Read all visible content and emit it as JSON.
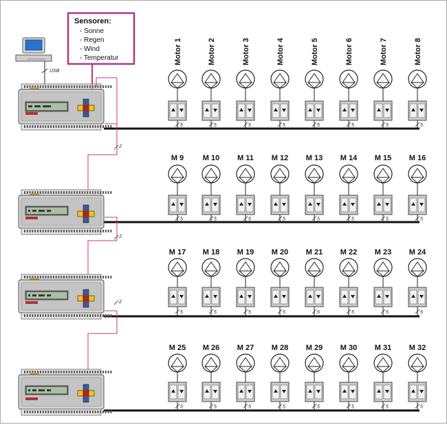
{
  "usb_label": "USB",
  "bus_wire_label": "2",
  "motor_wire_label": "5",
  "sensors": {
    "title": "Sensoren:",
    "items": [
      "- Sonne",
      "- Regen",
      "- Wind",
      "- Temperatur"
    ]
  },
  "rows": [
    {
      "vertical": true,
      "motors": [
        "Motor 1",
        "Motor 2",
        "Motor 3",
        "Motor 4",
        "Motor 5",
        "Motor 6",
        "Motor 7",
        "Motor 8"
      ]
    },
    {
      "vertical": false,
      "motors": [
        "M 9",
        "M 10",
        "M 11",
        "M 12",
        "M 13",
        "M 14",
        "M 15",
        "M 16"
      ]
    },
    {
      "vertical": false,
      "motors": [
        "M 17",
        "M 18",
        "M 19",
        "M 20",
        "M 21",
        "M 22",
        "M 23",
        "M 24"
      ]
    },
    {
      "vertical": false,
      "motors": [
        "M 25",
        "M 26",
        "M 27",
        "M 28",
        "M 29",
        "M 30",
        "M 31",
        "M 32"
      ]
    }
  ],
  "colors": {
    "frame": "#999999",
    "sensor_border": "#b0397a",
    "bus_wire": "#cc3377",
    "bus_line": "#111111",
    "button_red": "#d01818",
    "button_yellow": "#f2c40c",
    "button_blue": "#3c5a9a",
    "lcd": "#a9c1a3"
  }
}
